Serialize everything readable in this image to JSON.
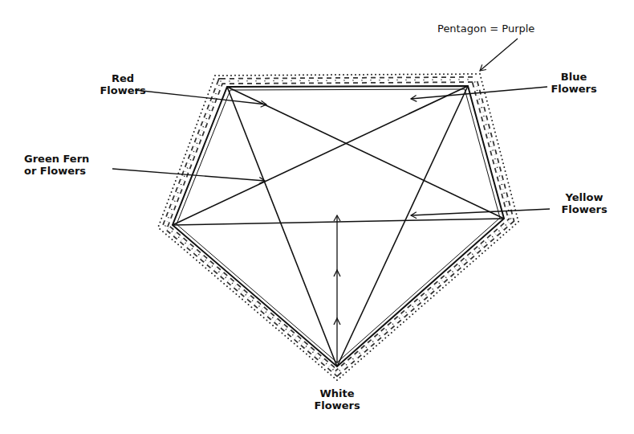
{
  "diagram": {
    "labels": [
      "Pentagon = Purple",
      "Red Flowers",
      "Blue Flowers",
      "Green Fern or Flowers",
      "Yellow Flowers",
      "White Flowers"
    ]
  }
}
